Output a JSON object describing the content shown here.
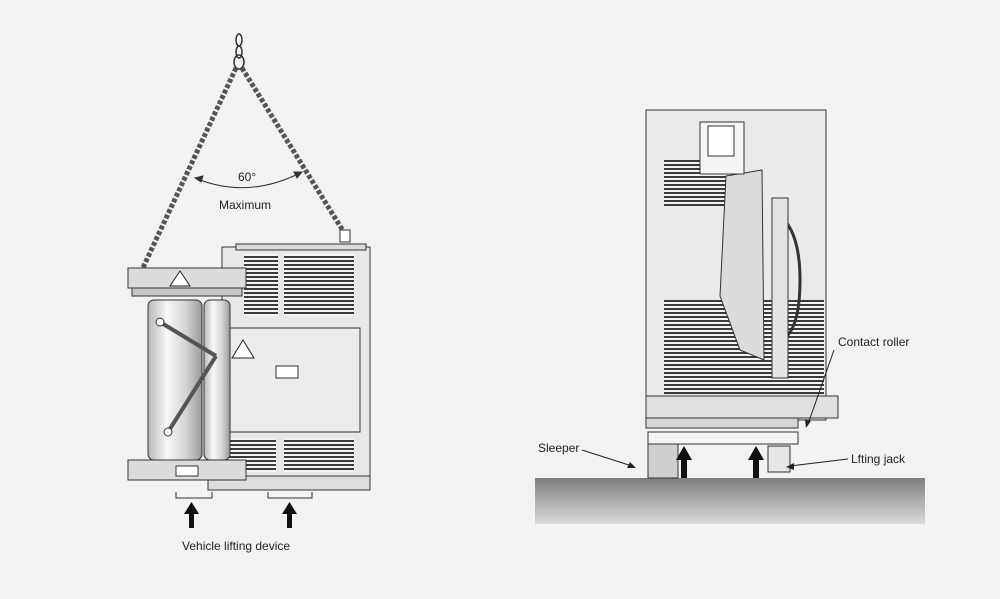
{
  "left": {
    "angle_label": "60°",
    "angle_note": "Maximum",
    "bottom_label": "Vehicle lifting device",
    "warning_symbol": "lightning-warning-icon"
  },
  "right": {
    "contact_roller": "Contact roller",
    "sleeper": "Sleeper",
    "lifting_jack": "Lfting jack"
  },
  "colors": {
    "background": "#f2f2f2",
    "line": "#333333",
    "panel": "#e6e6e6",
    "ground": "#8a8a8a"
  }
}
